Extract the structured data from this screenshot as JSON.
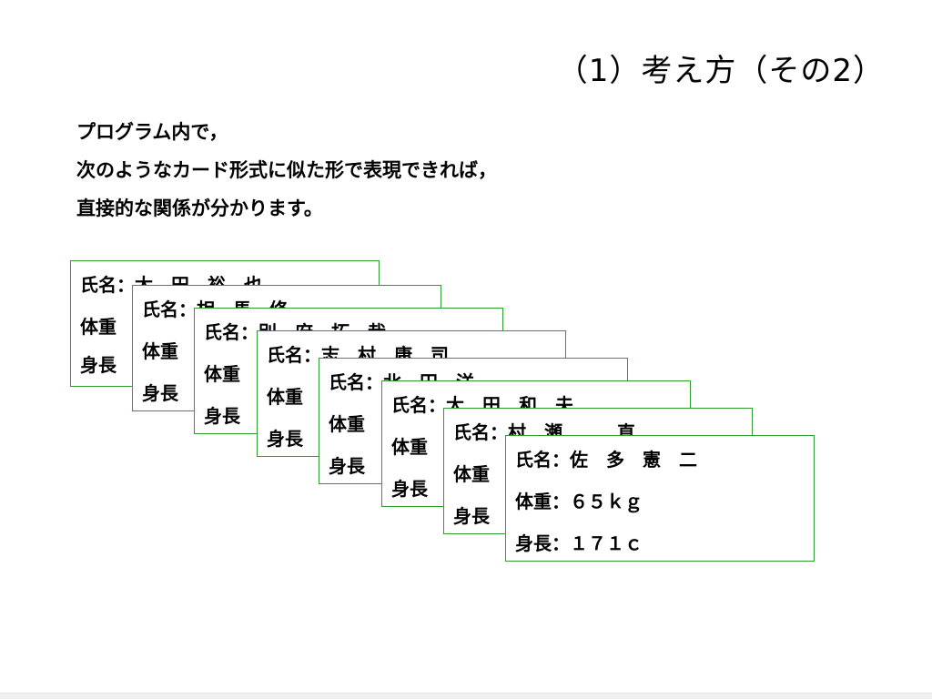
{
  "title": "（1）考え方（その2）",
  "intro": [
    "プログラム内で，",
    "次のようなカード形式に似た形で表現できれば，",
    "直接的な関係が分かります。"
  ],
  "cards": [
    {
      "name": "氏名：太　田　裕　也",
      "weight": "体重",
      "height": "身長"
    },
    {
      "name": "氏名：相　馬　修　一",
      "weight": "体重",
      "height": "身長"
    },
    {
      "name": "氏名：別　府　拓　哉",
      "weight": "体重",
      "height": "身長"
    },
    {
      "name": "氏名：志　村　康　司",
      "weight": "体重",
      "height": "身長"
    },
    {
      "name": "氏名：北　田　洋　一",
      "weight": "体重",
      "height": "身長"
    },
    {
      "name": "氏名：大　田　和　夫",
      "weight": "体重",
      "height": "身長"
    },
    {
      "name": "氏名：村　瀬　　　直",
      "weight": "体重",
      "height": "身長"
    },
    {
      "name": "氏名：佐　多　憲　二",
      "weight": "体重：６５ｋｇ",
      "height": "身長：１７１ｃ"
    }
  ],
  "colors": {
    "card_border": "#2e9e2e"
  }
}
